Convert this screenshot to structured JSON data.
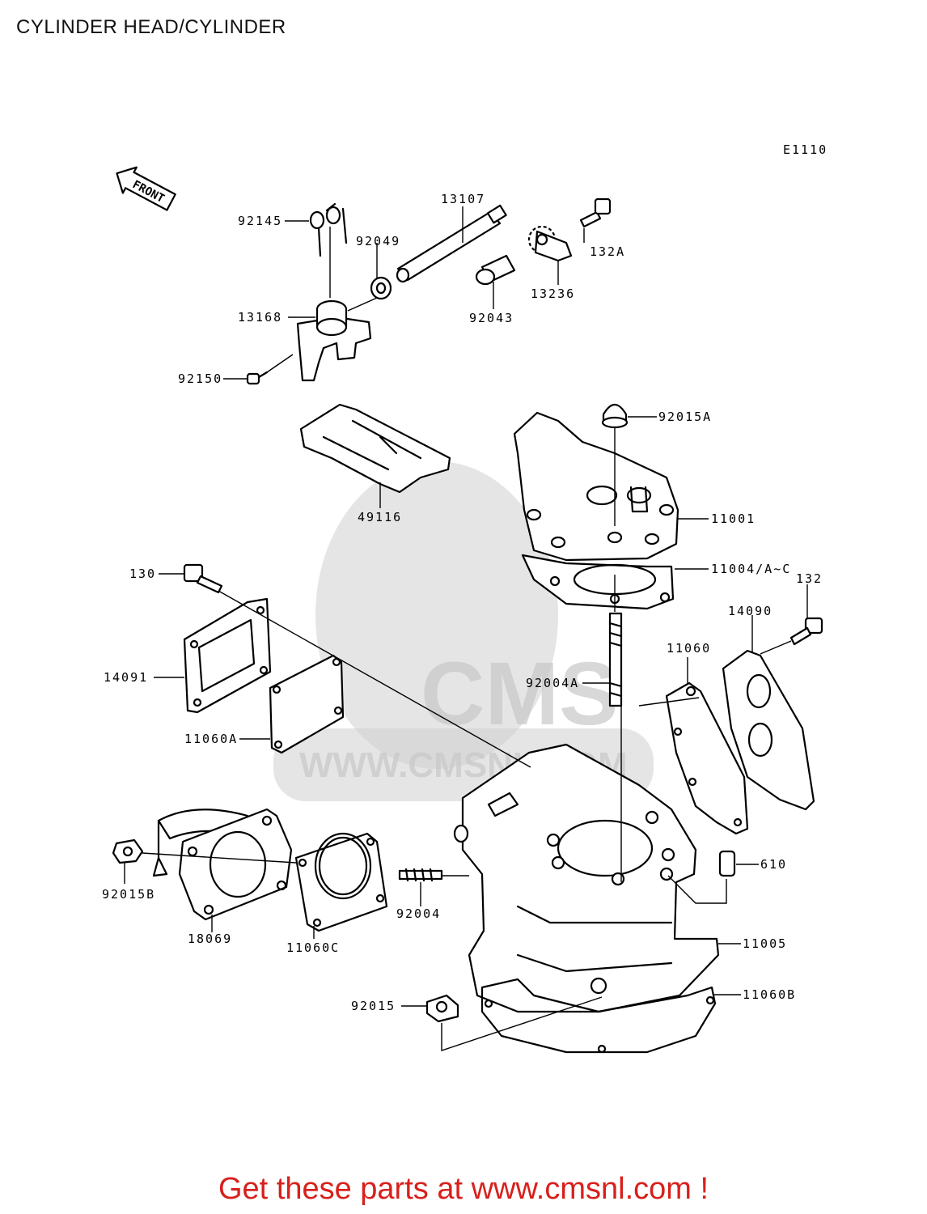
{
  "title": "CYLINDER HEAD/CYLINDER",
  "diagram_code": "E1110",
  "front_label": "FRONT",
  "watermark": {
    "brand": "CMS",
    "url": "WWW.CMSNL.COM"
  },
  "banner": "Get these parts at www.cmsnl.com !",
  "colors": {
    "banner": "#d8201c",
    "ink": "#000000",
    "watermark": "#cfcfcf"
  },
  "parts": [
    {
      "ref": "92145"
    },
    {
      "ref": "13107"
    },
    {
      "ref": "92049"
    },
    {
      "ref": "132A"
    },
    {
      "ref": "13236"
    },
    {
      "ref": "92043"
    },
    {
      "ref": "13168"
    },
    {
      "ref": "92150"
    },
    {
      "ref": "92015A"
    },
    {
      "ref": "49116"
    },
    {
      "ref": "11001"
    },
    {
      "ref": "11004/A~C"
    },
    {
      "ref": "130"
    },
    {
      "ref": "132"
    },
    {
      "ref": "14090"
    },
    {
      "ref": "11060"
    },
    {
      "ref": "14091"
    },
    {
      "ref": "92004A"
    },
    {
      "ref": "11060A"
    },
    {
      "ref": "610"
    },
    {
      "ref": "92015B"
    },
    {
      "ref": "92004"
    },
    {
      "ref": "18069"
    },
    {
      "ref": "11060C"
    },
    {
      "ref": "11005"
    },
    {
      "ref": "92015"
    },
    {
      "ref": "11060B"
    }
  ]
}
